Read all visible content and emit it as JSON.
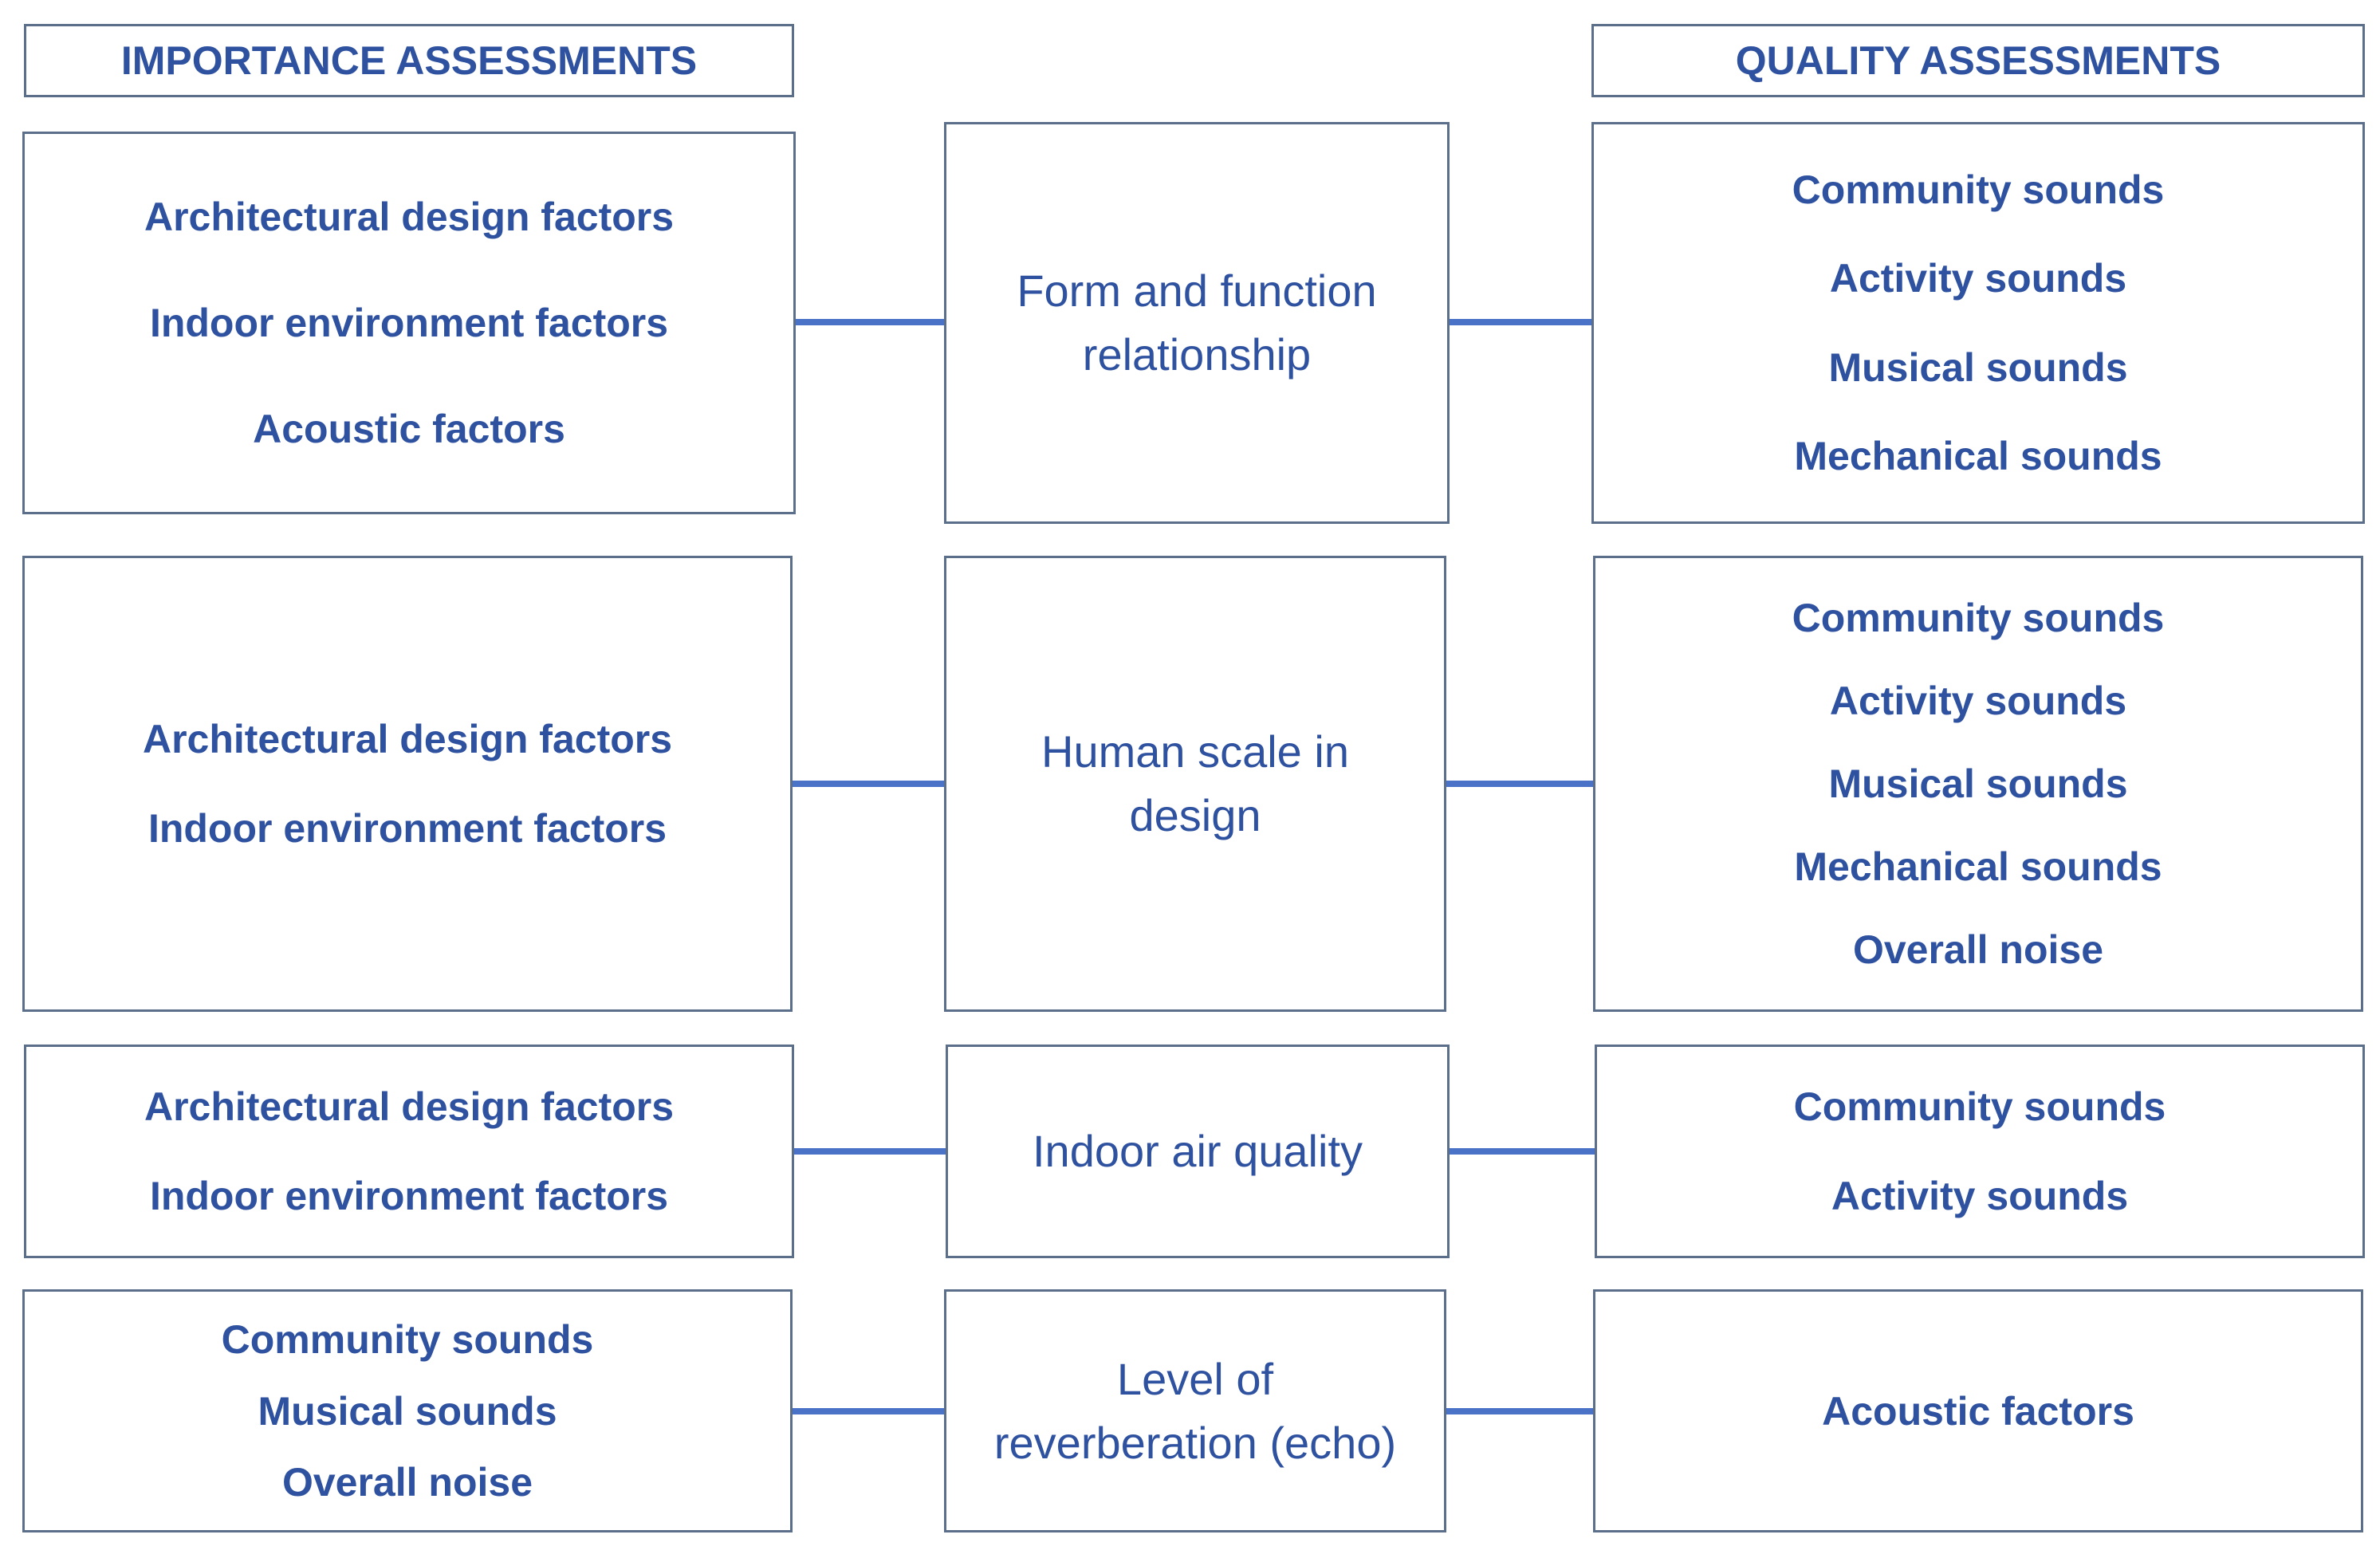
{
  "headers": {
    "importance": "IMPORTANCE ASSESSMENTS",
    "quality": "QUALITY ASSESSMENTS"
  },
  "rows": [
    {
      "left": [
        "Architectural design factors",
        "Indoor environment factors",
        "Acoustic factors"
      ],
      "center": [
        "Form and function",
        "relationship"
      ],
      "right": [
        "Community sounds",
        "Activity sounds",
        "Musical sounds",
        "Mechanical sounds"
      ]
    },
    {
      "left": [
        "Architectural design factors",
        "Indoor environment factors"
      ],
      "center": [
        "Human scale in",
        "design"
      ],
      "right": [
        "Community sounds",
        "Activity sounds",
        "Musical sounds",
        "Mechanical sounds",
        "Overall noise"
      ]
    },
    {
      "left": [
        "Architectural design factors",
        "Indoor environment factors"
      ],
      "center": [
        "Indoor air quality"
      ],
      "right": [
        "Community sounds",
        "Activity sounds"
      ]
    },
    {
      "left": [
        "Community sounds",
        "Musical sounds",
        "Overall noise"
      ],
      "center": [
        "Level of",
        "reverberation (echo)"
      ],
      "right": [
        "Acoustic factors"
      ]
    }
  ],
  "colors": {
    "text": "#2f52a0",
    "border": "#5b6f8a",
    "connector": "#4a72c6"
  }
}
